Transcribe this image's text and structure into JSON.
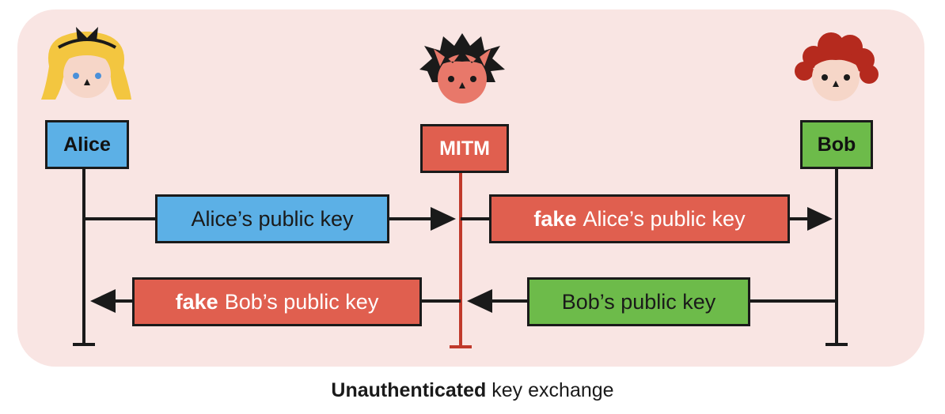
{
  "actors": {
    "alice": {
      "label": "Alice",
      "color": "#5cb0e6"
    },
    "mitm": {
      "label": "MITM",
      "color": "#e05f4f"
    },
    "bob": {
      "label": "Bob",
      "color": "#6dbb4a"
    }
  },
  "messages": {
    "alice_to_mitm": {
      "text": "Alice’s public key",
      "color": "#5cb0e6"
    },
    "mitm_to_bob": {
      "prefix": "fake",
      "text": "Alice’s public key",
      "color": "#e05f4f"
    },
    "bob_to_mitm": {
      "text": "Bob’s public key",
      "color": "#6dbb4a"
    },
    "mitm_to_alice": {
      "prefix": "fake",
      "text": "Bob’s public key",
      "color": "#e05f4f"
    }
  },
  "caption": {
    "bold": "Unauthenticated",
    "rest": "key exchange"
  },
  "colors": {
    "panel_background": "#f9e5e3",
    "lifeline": "#1a1a1a",
    "mitm_lifeline": "#c0392b"
  }
}
